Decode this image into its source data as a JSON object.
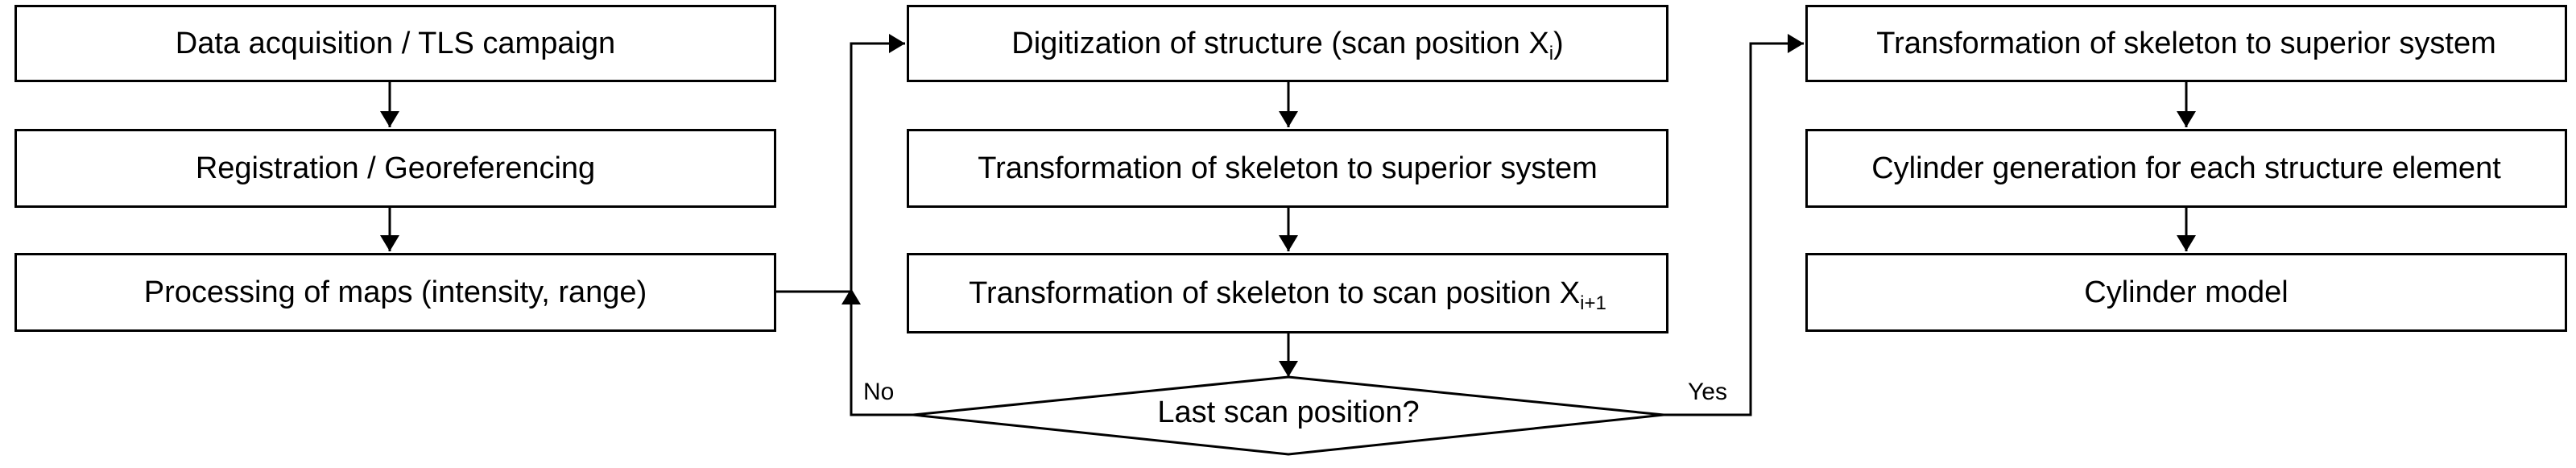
{
  "left_column": {
    "step1": "Data acquisition / TLS campaign",
    "step2": "Registration / Georeferencing",
    "step3": "Processing of maps (intensity, range)"
  },
  "middle_column": {
    "step1_text": "Digitization of structure (scan position X",
    "step1_sub": "i",
    "step1_close": ")",
    "step2": "Transformation of skeleton to superior system",
    "step3_text": "Transformation of skeleton to scan position X",
    "step3_sub": "i+1",
    "decision": "Last scan position?",
    "no_label": "No",
    "yes_label": "Yes"
  },
  "right_column": {
    "step1": "Transformation of skeleton to superior system",
    "step2": "Cylinder generation for each structure element",
    "step3": "Cylinder model"
  }
}
